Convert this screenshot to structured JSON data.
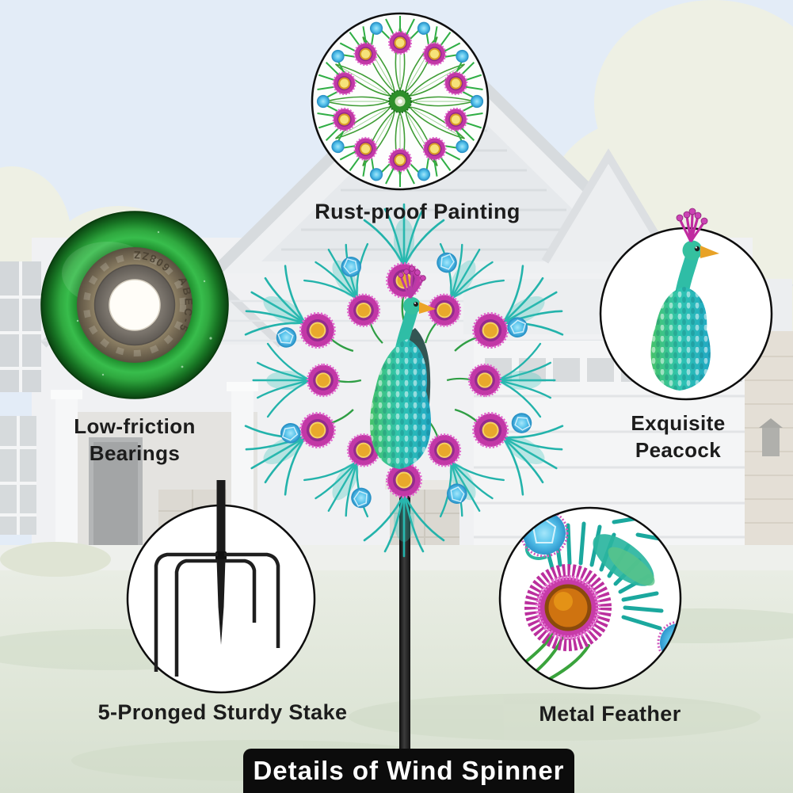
{
  "banner": {
    "title": "Details of Wind Spinner",
    "bg_color": "#0c0c0c",
    "text_color": "#ffffff"
  },
  "callouts": {
    "painting": {
      "label": "Rust-proof Painting"
    },
    "bearing": {
      "label_line1": "Low-friction",
      "label_line2": "Bearings",
      "marking_top": "608ZZ",
      "marking_side": "ABEC-5"
    },
    "peacock": {
      "label_line1": "Exquisite",
      "label_line2": "Peacock"
    },
    "stake": {
      "label": "5-Pronged Sturdy Stake"
    },
    "feather": {
      "label": "Metal Feather"
    }
  },
  "palette": {
    "feather_teal": "#29b7ae",
    "eye_magenta": "#c238a6",
    "eye_amber": "#e8a92c",
    "gem_blue": "#45b9e6",
    "bearing_green": "#2fae3d",
    "pole_black": "#1a1a1a",
    "label_text": "#1c1c1c",
    "sky_blue": "#e0eaf6",
    "grass_green": "#e2e8dc"
  }
}
